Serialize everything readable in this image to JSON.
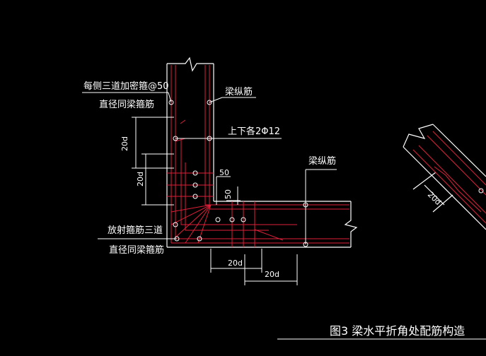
{
  "labels": {
    "ann_top_1": "每侧三道加密箍@50",
    "ann_top_2": "直径同梁箍筋",
    "beam_rebar_top": "梁纵筋",
    "top_bottom_bars": "上下各2Φ12",
    "beam_rebar_right": "梁纵筋",
    "dim_50_top": "50",
    "dim_50_side": "50",
    "dim_20d_v1": "20d",
    "dim_20d_v2": "20d",
    "radial_1": "放射箍筋三道",
    "radial_2": "直径同梁箍筋",
    "dim_20d_h1": "20d",
    "dim_20d_h2": "20d",
    "dim_20d_right": "20d",
    "figure_caption": "图3  梁水平折角处配筋构造"
  },
  "colors": {
    "background": "#000000",
    "outline": "#ffffff",
    "rebar": "#e0203a",
    "dim_green": "#c8ffc8"
  }
}
